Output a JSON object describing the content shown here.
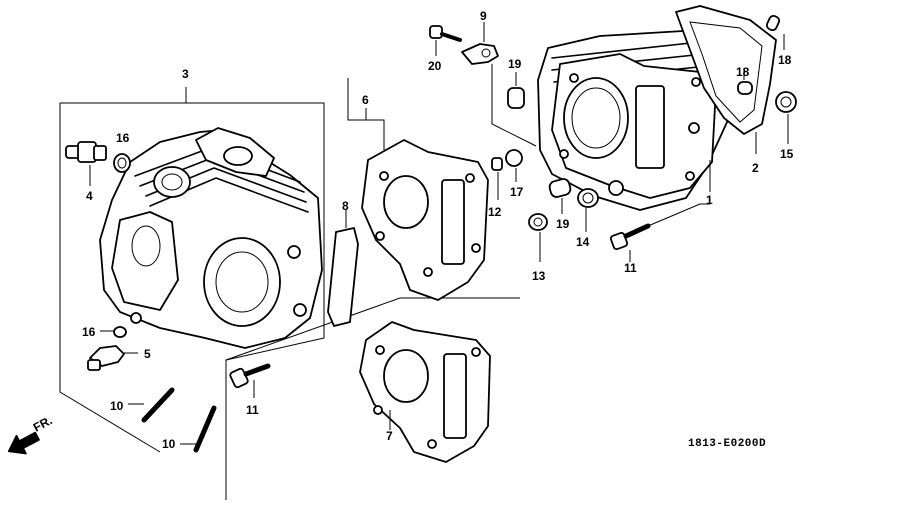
{
  "diagram": {
    "direction_label": "FR.",
    "diagram_code": "1813-E0200D",
    "callouts": [
      {
        "id": "c1",
        "text": "1"
      },
      {
        "id": "c2",
        "text": "2"
      },
      {
        "id": "c3",
        "text": "3"
      },
      {
        "id": "c4",
        "text": "4"
      },
      {
        "id": "c5",
        "text": "5"
      },
      {
        "id": "c6",
        "text": "6"
      },
      {
        "id": "c7",
        "text": "7"
      },
      {
        "id": "c8",
        "text": "8"
      },
      {
        "id": "c9",
        "text": "9"
      },
      {
        "id": "c10a",
        "text": "10"
      },
      {
        "id": "c10b",
        "text": "10"
      },
      {
        "id": "c11a",
        "text": "11"
      },
      {
        "id": "c11b",
        "text": "11"
      },
      {
        "id": "c12",
        "text": "12"
      },
      {
        "id": "c13",
        "text": "13"
      },
      {
        "id": "c14",
        "text": "14"
      },
      {
        "id": "c15",
        "text": "15"
      },
      {
        "id": "c16a",
        "text": "16"
      },
      {
        "id": "c16b",
        "text": "16"
      },
      {
        "id": "c17",
        "text": "17"
      },
      {
        "id": "c18a",
        "text": "18"
      },
      {
        "id": "c18b",
        "text": "18"
      },
      {
        "id": "c19a",
        "text": "19"
      },
      {
        "id": "c19b",
        "text": "19"
      },
      {
        "id": "c20",
        "text": "20"
      }
    ]
  }
}
